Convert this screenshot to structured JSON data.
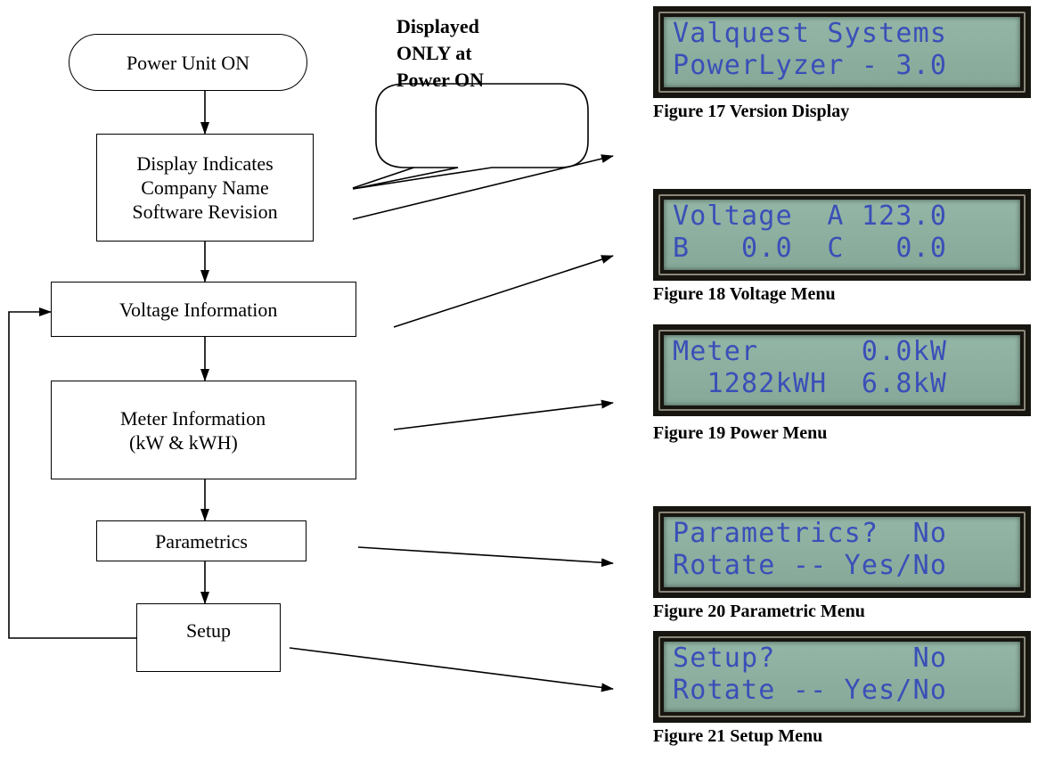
{
  "flow": {
    "power_on": "Power Unit ON",
    "display_line1": "Display Indicates",
    "display_line2": "Company Name",
    "display_line3": "Software Revision",
    "voltage": "Voltage Information",
    "meter_line1": "Meter Information",
    "meter_line2": "(kW & kWH)",
    "parametrics": "Parametrics",
    "setup": "Setup"
  },
  "callout": {
    "line1": "Displayed",
    "line2": "ONLY  at",
    "line3": "Power ON"
  },
  "figures": [
    {
      "caption": "Figure 17  Version Display",
      "line1": "Valquest Systems",
      "line2": "PowerLyzer - 3.0"
    },
    {
      "caption": "Figure 18  Voltage Menu",
      "line1": "Voltage  A 123.0",
      "line2": "B   0.0  C   0.0"
    },
    {
      "caption": "Figure 19  Power Menu",
      "line1": "Meter      0.0kW",
      "line2": "  1282kWH  6.8kW"
    },
    {
      "caption": "Figure 20  Parametric Menu",
      "line1": "Parametrics?  No",
      "line2": "Rotate -- Yes/No"
    },
    {
      "caption": "Figure 21  Setup Menu",
      "line1": "Setup?        No",
      "line2": "Rotate -- Yes/No"
    }
  ],
  "colors": {
    "lcd_text": "#3a4fb8",
    "lcd_glass": "#8fb2a2",
    "lcd_bezel": "#17150f"
  }
}
